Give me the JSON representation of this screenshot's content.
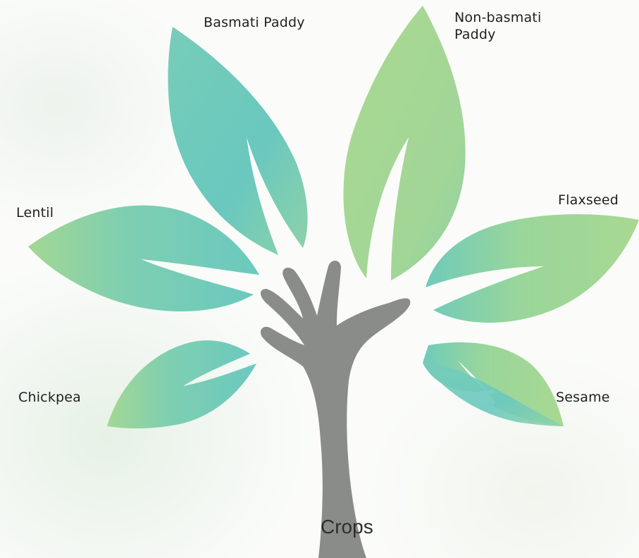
{
  "root": {
    "label": "Crops"
  },
  "leaves": [
    {
      "id": "basmati",
      "label": "Basmati Paddy"
    },
    {
      "id": "non-basmati",
      "label": "Non-basmati\nPaddy"
    },
    {
      "id": "lentil",
      "label": "Lentil"
    },
    {
      "id": "flaxseed",
      "label": "Flaxseed"
    },
    {
      "id": "chickpea",
      "label": "Chickpea"
    },
    {
      "id": "sesame",
      "label": "Sesame"
    }
  ],
  "colors": {
    "leaf_teal": "#6ecbbd",
    "leaf_green": "#a6d894",
    "trunk": "#8a8c89",
    "text": "#1f1f1f"
  }
}
